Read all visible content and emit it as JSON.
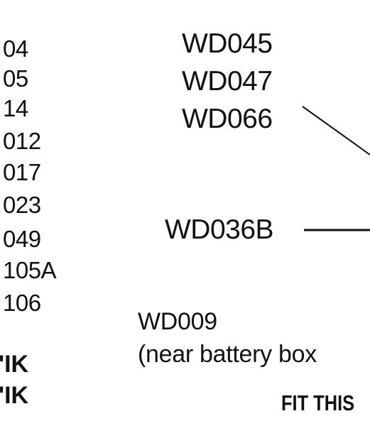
{
  "left_column": {
    "codes": [
      "04",
      "05",
      "14",
      "012",
      "017",
      "023",
      "049",
      "105A",
      "106"
    ],
    "bold_labels": [
      "'IK",
      "'IK"
    ]
  },
  "right_column": {
    "top_group": [
      "WD045",
      "WD047",
      "WD066"
    ],
    "middle_label": "WD036B",
    "bottom_label": "WD009",
    "bottom_note": "(near battery box",
    "footer_text": "FIT THIS"
  },
  "colors": {
    "text": "#111111",
    "background": "#ffffff",
    "leader_line": "#111111"
  }
}
